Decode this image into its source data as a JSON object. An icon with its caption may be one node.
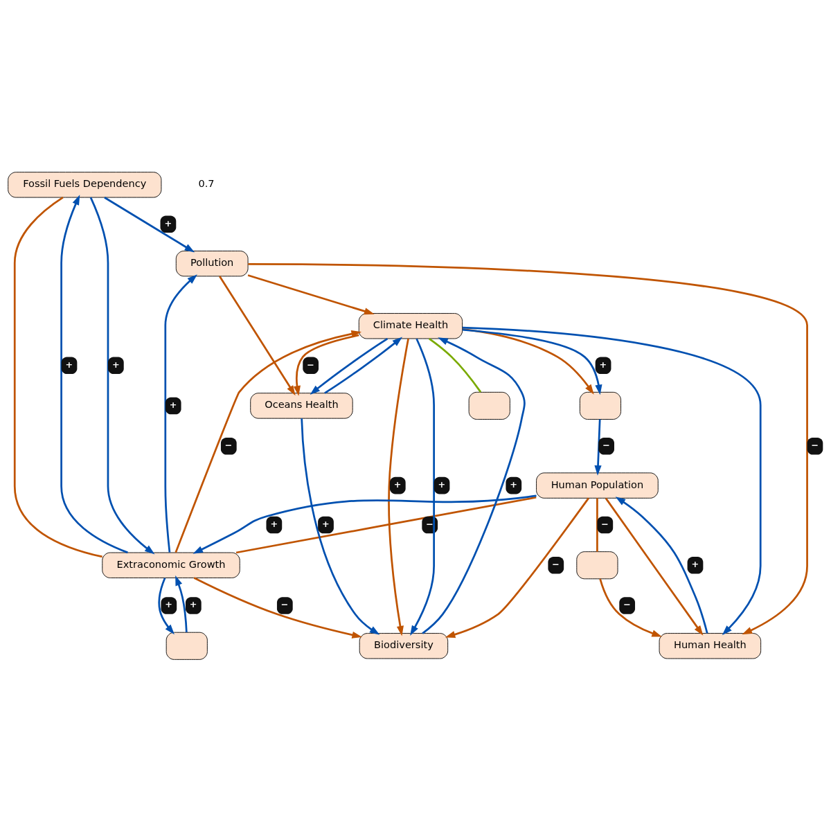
{
  "diagram": {
    "nodes": [
      {
        "text": [
          "Fossil Fuels Dependency"
        ]
      },
      {
        "text": [
          "Pollution"
        ]
      },
      {
        "text": [],
        "shape": "box"
      },
      {
        "text": [
          "Extraconomic Growth"
        ]
      },
      {
        "text": [
          "Climate Health"
        ]
      },
      {
        "text": [],
        "shape": "box"
      },
      {
        "text": [],
        "shape": "box"
      },
      {
        "text": [
          "Human Population"
        ]
      },
      {
        "text": [
          "Biodiversity"
        ]
      },
      {
        "text": [],
        "shape": "box"
      },
      {
        "text": [
          "Human Health"
        ]
      },
      {
        "text": [
          "Oceans Health"
        ]
      }
    ],
    "edges": [
      {
        "from": 0,
        "to": 1,
        "arrow": "to",
        "label": "+"
      },
      {
        "from": 0,
        "to": 3,
        "arrow": "to",
        "label": "+"
      },
      {
        "from": 3,
        "to": 0,
        "arrow": "to",
        "label": "+"
      },
      {
        "from": 0,
        "to": 3,
        "arrow": "none",
        "color": "#c05400"
      },
      {
        "from": 3,
        "to": 1,
        "arrow": "to",
        "label": "+"
      },
      {
        "from": 2,
        "to": 3,
        "arrow": "to",
        "label": "+"
      },
      {
        "from": 3,
        "to": 2,
        "arrow": "to",
        "label": "+"
      },
      {
        "from": 3,
        "to": 4,
        "arrow": "to",
        "label": "−",
        "color": "#c05400"
      },
      {
        "from": 1,
        "to": 4,
        "arrow": "to",
        "color": "#c05400"
      },
      {
        "from": 1,
        "to": 10,
        "arrow": "to",
        "label": "−",
        "color": "#c05400"
      },
      {
        "from": 1,
        "to": 11,
        "arrow": "to",
        "color": "#c05400"
      },
      {
        "from": 4,
        "to": 5,
        "arrow": "to",
        "color": "#c05400"
      },
      {
        "from": 4,
        "to": 5,
        "arrow": "to",
        "label": "+"
      },
      {
        "from": 3,
        "to": 7,
        "arrow": "none",
        "label": "−",
        "color": "#c05400"
      },
      {
        "from": 7,
        "to": 3,
        "arrow": "to",
        "label": "+"
      },
      {
        "from": 3,
        "to": 8,
        "arrow": "to",
        "label": "−",
        "color": "#c05400"
      },
      {
        "from": 7,
        "to": 8,
        "arrow": "to",
        "label": "−",
        "color": "#c05400"
      },
      {
        "from": 7,
        "to": 10,
        "arrow": "to",
        "color": "#c05400"
      },
      {
        "from": 10,
        "to": 7,
        "arrow": "to",
        "label": "+"
      },
      {
        "from": 6,
        "to": 10,
        "arrow": "to",
        "label": "−",
        "color": "#c05400"
      },
      {
        "from": 7,
        "to": 6,
        "arrow": "none",
        "label": "−",
        "color": "#c05400"
      },
      {
        "from": 4,
        "to": 8,
        "arrow": "to",
        "label": "+",
        "color": "#c05400"
      },
      {
        "from": 4,
        "to": 8,
        "arrow": "to",
        "label": "+"
      },
      {
        "from": 8,
        "to": 4,
        "arrow": "to",
        "label": "+"
      },
      {
        "from": 4,
        "to": 11,
        "arrow": "to",
        "label": "−",
        "color": "#c05400"
      },
      {
        "from": 4,
        "to": 11,
        "arrow": "to"
      },
      {
        "from": 11,
        "to": 8,
        "arrow": "to",
        "label": "+"
      },
      {
        "from": 11,
        "to": 4,
        "arrow": "to"
      },
      {
        "from": 5,
        "to": 7,
        "arrow": "to",
        "label": "−"
      },
      {
        "from": 4,
        "to": 10,
        "arrow": "to"
      },
      {
        "from": 4,
        "to": 9,
        "arrow": "none",
        "color": "#7aaa00"
      }
    ],
    "labels": [
      "0.7"
    ]
  }
}
